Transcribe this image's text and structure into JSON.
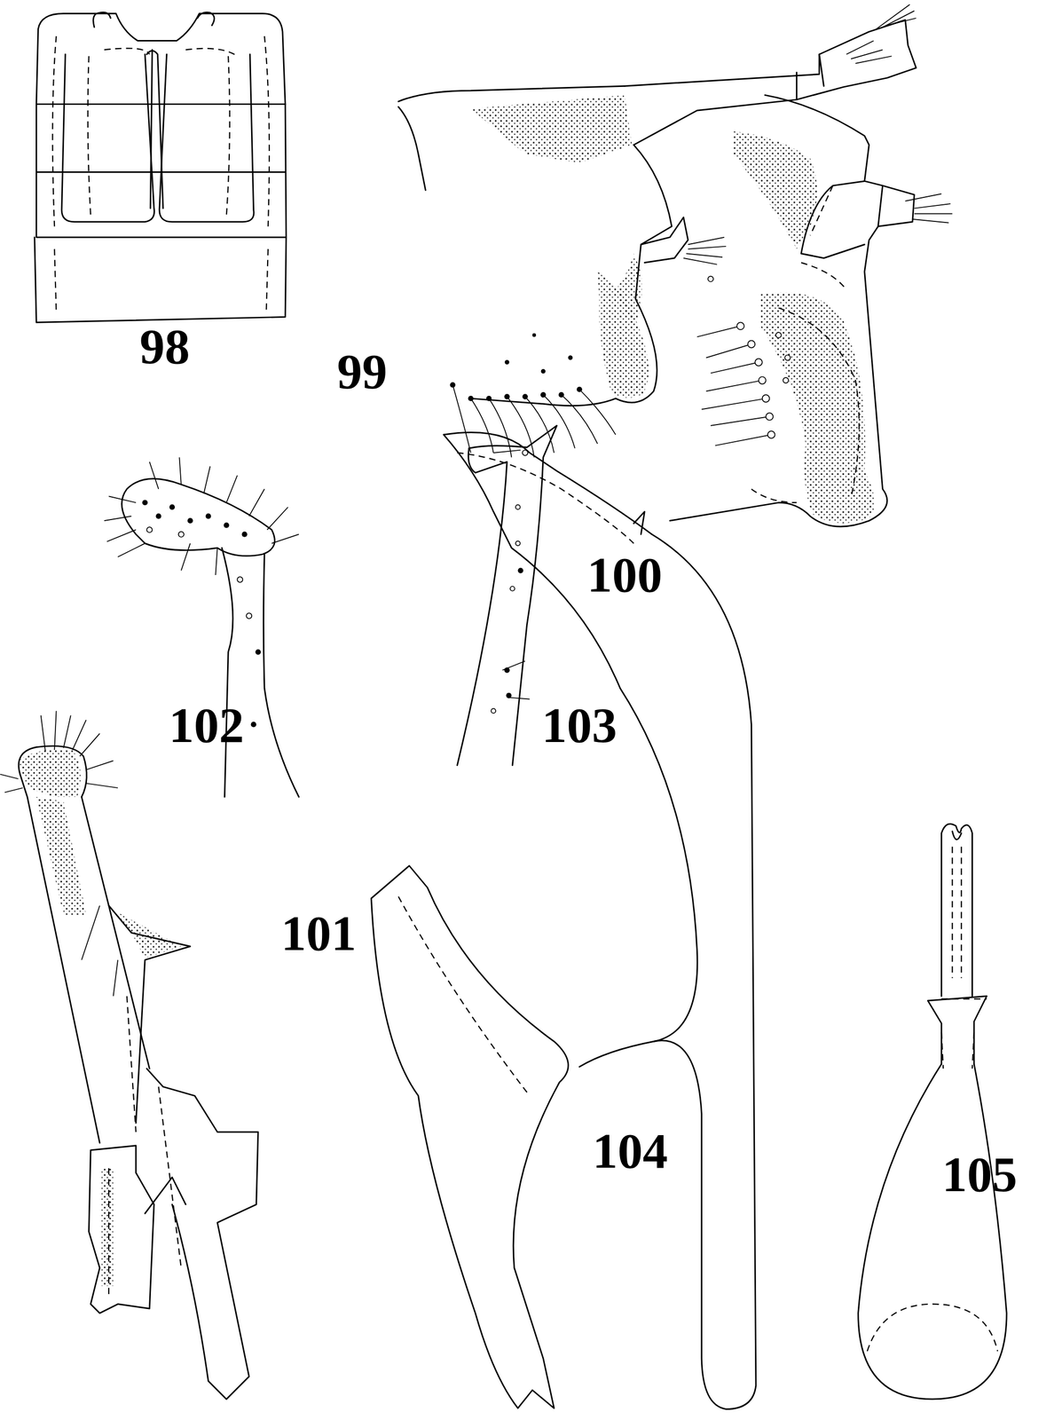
{
  "diagram": {
    "labels": [
      "98",
      "99",
      "100",
      "102",
      "103",
      "101",
      "104",
      "105"
    ]
  }
}
